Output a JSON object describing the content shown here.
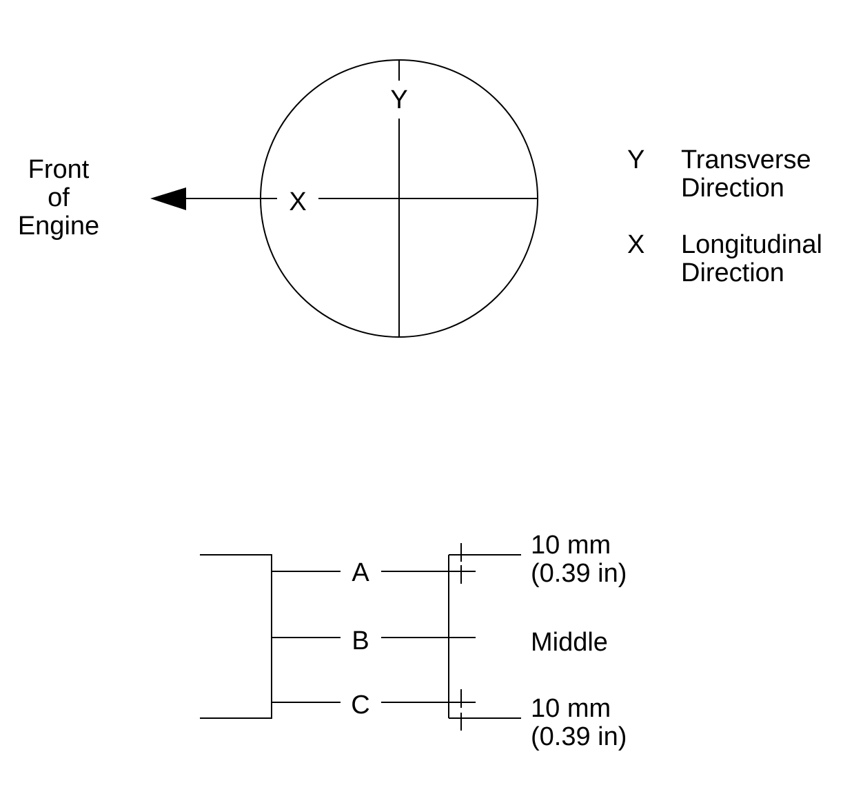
{
  "bore_view": {
    "front_label": [
      "Front",
      "of",
      "Engine"
    ],
    "axis_y_label": "Y",
    "axis_x_label": "X"
  },
  "legend": [
    {
      "key": "Y",
      "lines": [
        "Transverse",
        "Direction"
      ]
    },
    {
      "key": "X",
      "lines": [
        "Longitudinal",
        "Direction"
      ]
    }
  ],
  "side_view": {
    "positions": [
      {
        "label": "A",
        "note": [
          "10 mm",
          "(0.39 in)"
        ]
      },
      {
        "label": "B",
        "note": [
          "Middle"
        ]
      },
      {
        "label": "C",
        "note": [
          "10 mm",
          "(0.39 in)"
        ]
      }
    ]
  },
  "colors": {
    "line": "#000000",
    "background": "#ffffff"
  }
}
